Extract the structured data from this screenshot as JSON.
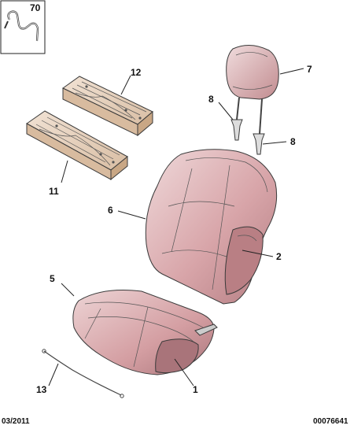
{
  "callouts": {
    "c70": "70",
    "c12": "12",
    "c11": "11",
    "c7": "7",
    "c8a": "8",
    "c8b": "8",
    "c6": "6",
    "c2": "2",
    "c5": "5",
    "c1": "1",
    "c13": "13"
  },
  "footer": {
    "date": "03/2011",
    "ref": "00076641"
  },
  "colors": {
    "seat": "#d9a9ac",
    "seat_dark": "#b98488",
    "seat_light": "#ead0d1",
    "box": "#e7cfb8",
    "box_dark": "#cdb092"
  }
}
